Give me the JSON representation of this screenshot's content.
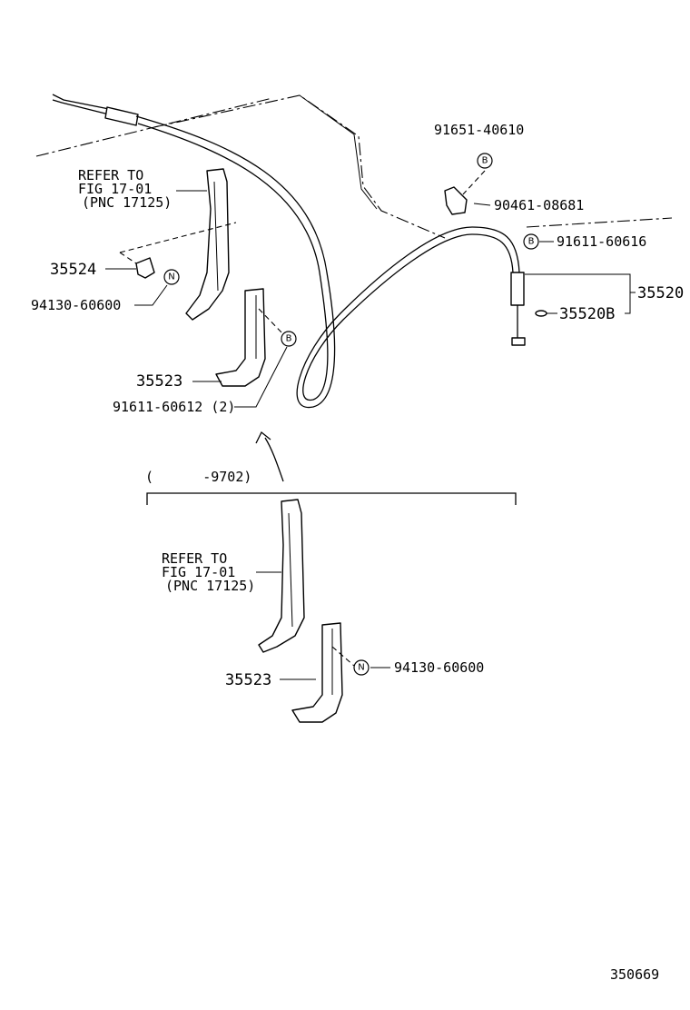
{
  "refs": {
    "top": [
      "REFER TO",
      "FIG 17-01",
      "(PNC 17125)"
    ],
    "bottom": [
      "REFER TO",
      "FIG 17-01",
      "(PNC 17125)"
    ]
  },
  "callouts": {
    "p91651": "91651-40610",
    "p90461": "90461-08681",
    "p91611_616": "91611-60616",
    "p35520": "35520",
    "p35520B": "35520B",
    "p35524": "35524",
    "p94130_top": "94130-60600",
    "p35523_top": "35523",
    "p91611_612": "91611-60612 (2)",
    "p35523_bottom": "35523",
    "p94130_bottom": "94130-60600"
  },
  "badges": {
    "b": "B",
    "n": "N"
  },
  "variant_label": "(      -9702)",
  "figure_number": "350669"
}
